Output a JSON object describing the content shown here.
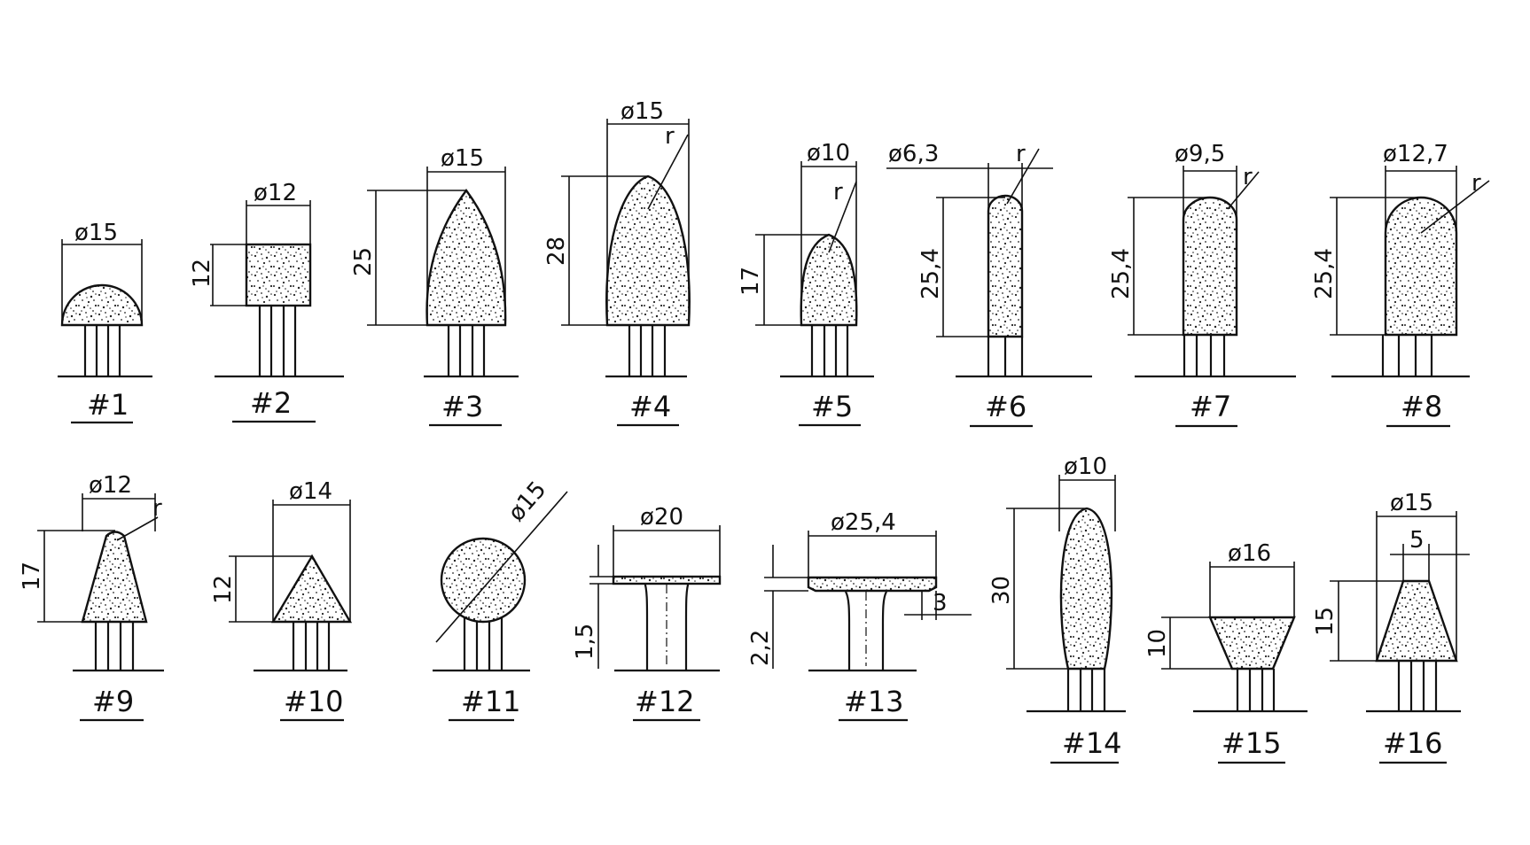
{
  "title": "",
  "stones": [
    {
      "id": "#1",
      "shape": "hemisphere",
      "dims": [
        "ø15"
      ]
    },
    {
      "id": "#2",
      "shape": "cylinder",
      "dims": [
        "ø12",
        "12"
      ]
    },
    {
      "id": "#3",
      "shape": "pointed-cone",
      "dims": [
        "ø15",
        "25"
      ]
    },
    {
      "id": "#4",
      "shape": "ogive",
      "dims": [
        "ø15",
        "28",
        "r"
      ]
    },
    {
      "id": "#5",
      "shape": "small-ogive",
      "dims": [
        "ø10",
        "17",
        "r"
      ]
    },
    {
      "id": "#6",
      "shape": "rounded-cylinder",
      "dims": [
        "ø6,3",
        "25,4",
        "r"
      ]
    },
    {
      "id": "#7",
      "shape": "rounded-cylinder",
      "dims": [
        "ø9,5",
        "25,4",
        "r"
      ]
    },
    {
      "id": "#8",
      "shape": "rounded-cylinder",
      "dims": [
        "ø12,7",
        "25,4",
        "r"
      ]
    },
    {
      "id": "#9",
      "shape": "tapered-cone",
      "dims": [
        "ø12",
        "17",
        "r"
      ]
    },
    {
      "id": "#10",
      "shape": "inverted-cone",
      "dims": [
        "ø14",
        "12"
      ]
    },
    {
      "id": "#11",
      "shape": "ball",
      "dims": [
        "ø15"
      ]
    },
    {
      "id": "#12",
      "shape": "disc",
      "dims": [
        "ø20",
        "1,5"
      ]
    },
    {
      "id": "#13",
      "shape": "cup-disc",
      "dims": [
        "ø25,4",
        "2,2",
        "3"
      ]
    },
    {
      "id": "#14",
      "shape": "spindle",
      "dims": [
        "ø10",
        "30"
      ]
    },
    {
      "id": "#15",
      "shape": "inverted-cone",
      "dims": [
        "ø16",
        "10"
      ]
    },
    {
      "id": "#16",
      "shape": "truncated-cone",
      "dims": [
        "ø15",
        "5",
        "15"
      ]
    }
  ]
}
